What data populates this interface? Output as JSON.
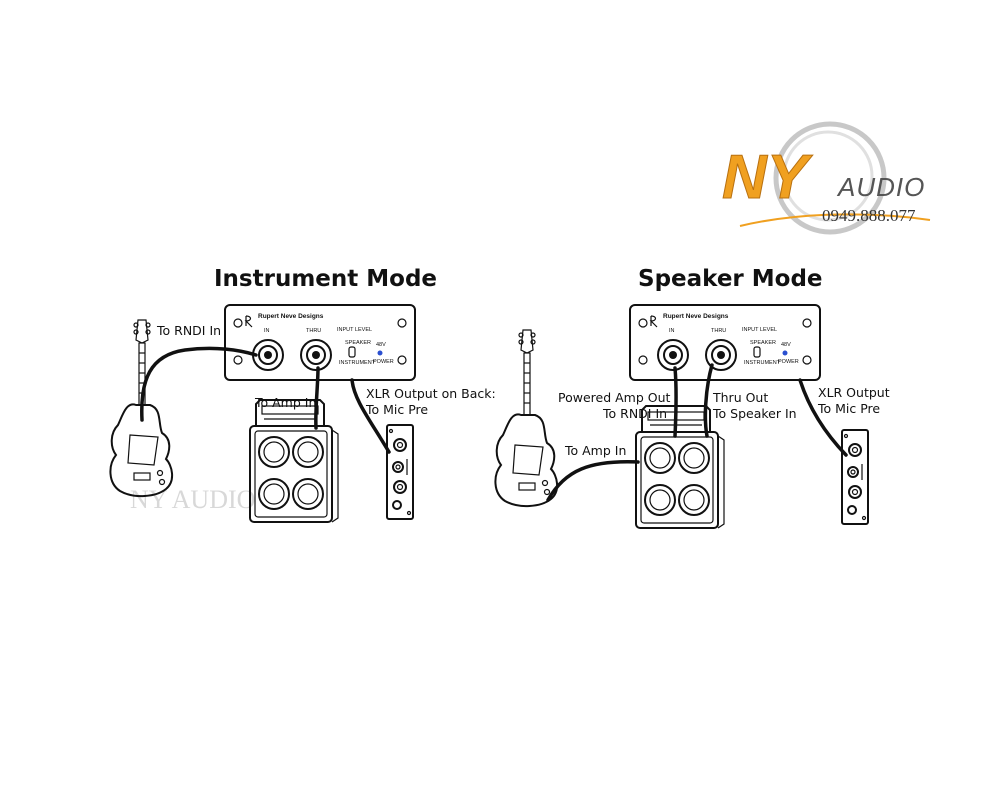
{
  "logo": {
    "brand": "NY",
    "suffix": "AUDIO",
    "phone": "0949.888.077",
    "colors": {
      "orange": "#f0a020",
      "grey": "#555555"
    }
  },
  "watermark": "NY AUDIO",
  "device": {
    "brand": "Rupert Neve Designs",
    "jack_in": "IN",
    "jack_thru": "THRU",
    "input_level": "INPUT LEVEL",
    "switch_speaker": "SPEAKER",
    "switch_instrument": "INSTRUMENT",
    "phantom": "48V",
    "power": "POWER",
    "led_color": "#2a4fd0"
  },
  "instrument_mode": {
    "title": "Instrument Mode",
    "label_rndi_in": "To RNDI In",
    "label_amp_in": "To Amp In",
    "label_xlr_line1": "XLR Output on Back:",
    "label_xlr_line2": "To Mic Pre"
  },
  "speaker_mode": {
    "title": "Speaker Mode",
    "label_powered_line1": "Powered Amp Out",
    "label_powered_line2": "To RNDI In",
    "label_thru_line1": "Thru Out",
    "label_thru_line2": "To Speaker In",
    "label_amp_in": "To Amp In",
    "label_xlr_line1": "XLR Output",
    "label_xlr_line2": "To Mic Pre"
  }
}
